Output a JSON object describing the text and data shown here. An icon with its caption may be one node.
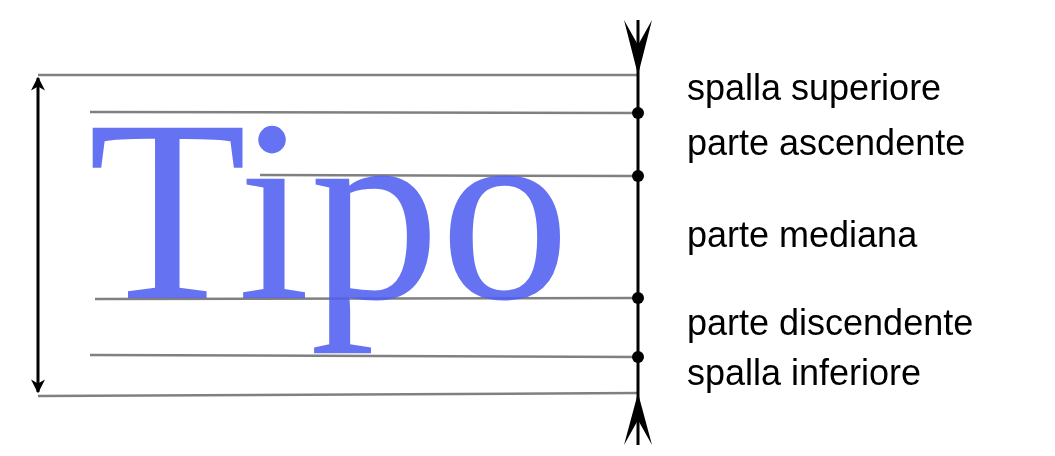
{
  "diagram": {
    "labels": [
      "Tipo",
      "spalla superiore",
      "parte ascendente",
      "parte mediana",
      "parte discendente",
      "spalla inferiore"
    ]
  }
}
